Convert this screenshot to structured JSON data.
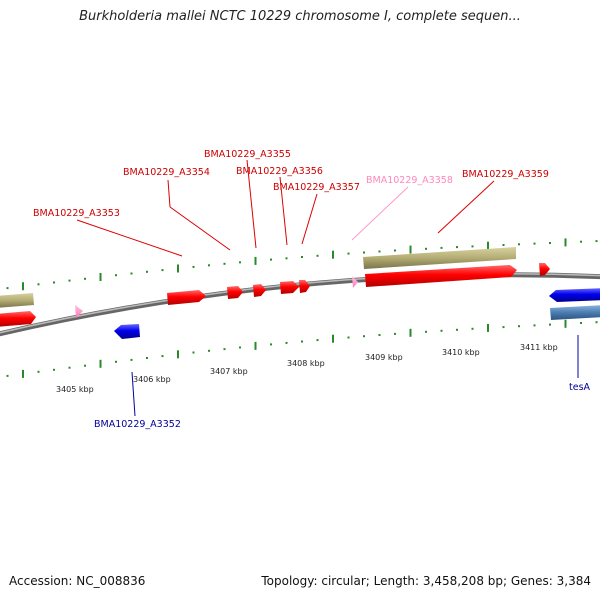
{
  "title": "Burkholderia mallei NCTC 10229 chromosome I, complete sequen...",
  "footer": {
    "accession": "Accession: NC_008836",
    "summary": "Topology: circular; Length: 3,458,208 bp; Genes: 3,384"
  },
  "colors": {
    "forward_gene": "#ff0000",
    "reverse_gene": "#0000ee",
    "pseudo_gene": "#ff88cc",
    "forward_label": "#cc0000",
    "reverse_label": "#000099",
    "pseudo_label": "#ff88bb",
    "rna_forward": "#b7b07a",
    "rna_reverse": "#4a7db0",
    "tick": "#2a8a2a",
    "backbone": "#888888"
  },
  "genes_top": [
    {
      "label": "BMA10229_A3353",
      "kind": "forward"
    },
    {
      "label": "BMA10229_A3354",
      "kind": "forward"
    },
    {
      "label": "BMA10229_A3355",
      "kind": "forward"
    },
    {
      "label": "BMA10229_A3356",
      "kind": "forward"
    },
    {
      "label": "BMA10229_A3357",
      "kind": "forward"
    },
    {
      "label": "BMA10229_A3358",
      "kind": "pseudo"
    },
    {
      "label": "BMA10229_A3359",
      "kind": "forward"
    }
  ],
  "genes_bottom": [
    {
      "label": "BMA10229_A3352",
      "kind": "reverse"
    },
    {
      "label": "tesA",
      "kind": "reverse"
    }
  ],
  "kbp_ticks": [
    "3405 kbp",
    "3406 kbp",
    "3407 kbp",
    "3408 kbp",
    "3409 kbp",
    "3410 kbp",
    "3411 kbp"
  ]
}
